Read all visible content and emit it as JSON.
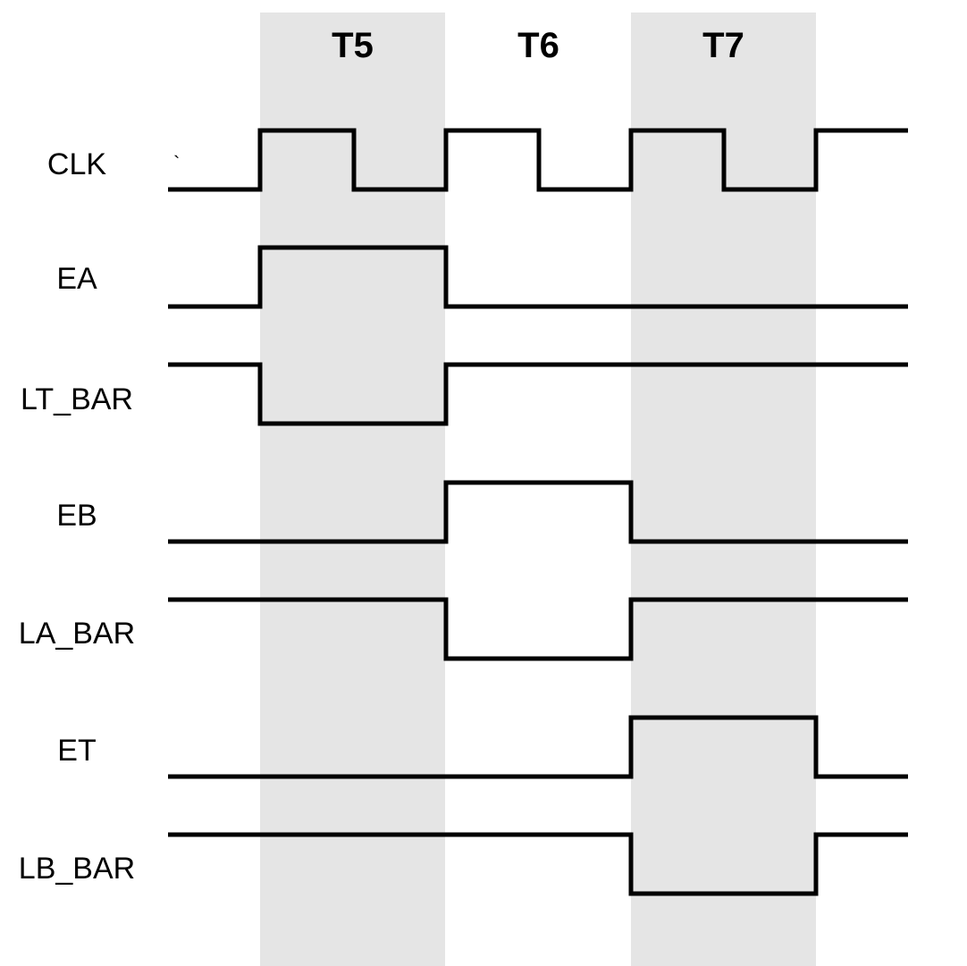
{
  "diagram": {
    "shade_color": "#e5e5e5",
    "line_color": "#000000",
    "periods": [
      {
        "label": "T5",
        "shaded": true
      },
      {
        "label": "T6",
        "shaded": false
      },
      {
        "label": "T7",
        "shaded": true
      }
    ],
    "stray_mark": "`",
    "signals": [
      {
        "name": "CLK",
        "levels": [
          "L",
          "H",
          "L",
          "H",
          "L",
          "H",
          "L",
          "H"
        ]
      },
      {
        "name": "EA",
        "levels": [
          "L",
          "H",
          "H",
          "L",
          "L",
          "L",
          "L",
          "L"
        ]
      },
      {
        "name": "LT_BAR",
        "levels": [
          "H",
          "L",
          "L",
          "H",
          "H",
          "H",
          "H",
          "H"
        ]
      },
      {
        "name": "EB",
        "levels": [
          "L",
          "L",
          "L",
          "H",
          "H",
          "L",
          "L",
          "L"
        ]
      },
      {
        "name": "LA_BAR",
        "levels": [
          "H",
          "H",
          "H",
          "L",
          "L",
          "H",
          "H",
          "H"
        ]
      },
      {
        "name": "ET",
        "levels": [
          "L",
          "L",
          "L",
          "L",
          "L",
          "H",
          "H",
          "L"
        ]
      },
      {
        "name": "LB_BAR",
        "levels": [
          "H",
          "H",
          "H",
          "H",
          "H",
          "L",
          "L",
          "H"
        ]
      }
    ]
  }
}
